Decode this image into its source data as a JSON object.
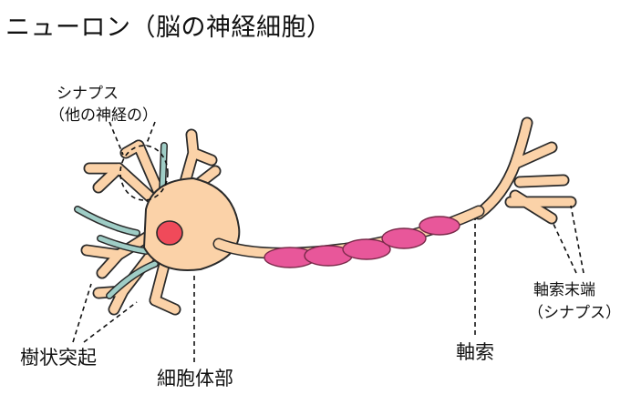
{
  "title": "ニューロン（脳の神経細胞）",
  "labels": {
    "synapse_other_line1": "シナプス",
    "synapse_other_line2": "（他の神経の）",
    "dendrite": "樹状突起",
    "soma": "細胞体部",
    "axon": "軸索",
    "axon_terminal_line1": "軸索末端",
    "axon_terminal_line2": "（シナプス）"
  },
  "colors": {
    "cell_fill": "#fbd2a8",
    "outline": "#2a2a2a",
    "nucleus": "#f04a5a",
    "myelin": "#e8579a",
    "other_neuron": "#9fcdc6"
  }
}
